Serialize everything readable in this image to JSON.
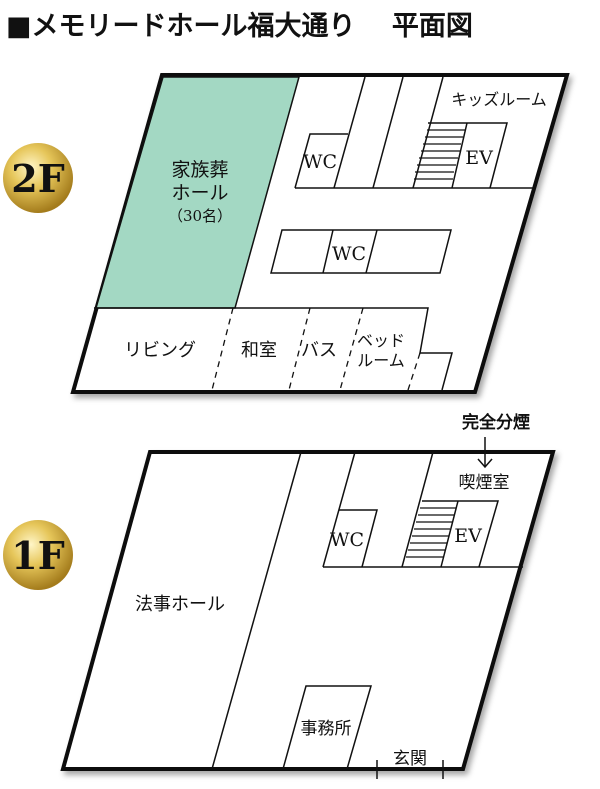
{
  "title": "■メモリードホール福大通り　 平面図",
  "colors": {
    "hall_fill": "#a3d8c3",
    "badge_gold": "#d9b84a"
  },
  "floor2": {
    "badge": "2F",
    "hall_name_line1": "家族葬",
    "hall_name_line2": "ホール",
    "hall_capacity": "（30名）",
    "kids_room": "キッズルーム",
    "wc_upper": "WC",
    "ev": "EV",
    "wc_middle": "WC",
    "living": "リビング",
    "japanese_room": "和室",
    "bath": "バス",
    "bedroom_line1": "ベッド",
    "bedroom_line2": "ルーム"
  },
  "floor1": {
    "badge": "1F",
    "non_smoking_note": "完全分煙",
    "smoking_room": "喫煙室",
    "wc": "WC",
    "ev": "EV",
    "memorial_hall": "法事ホール",
    "office": "事務所",
    "entrance": "玄関"
  }
}
